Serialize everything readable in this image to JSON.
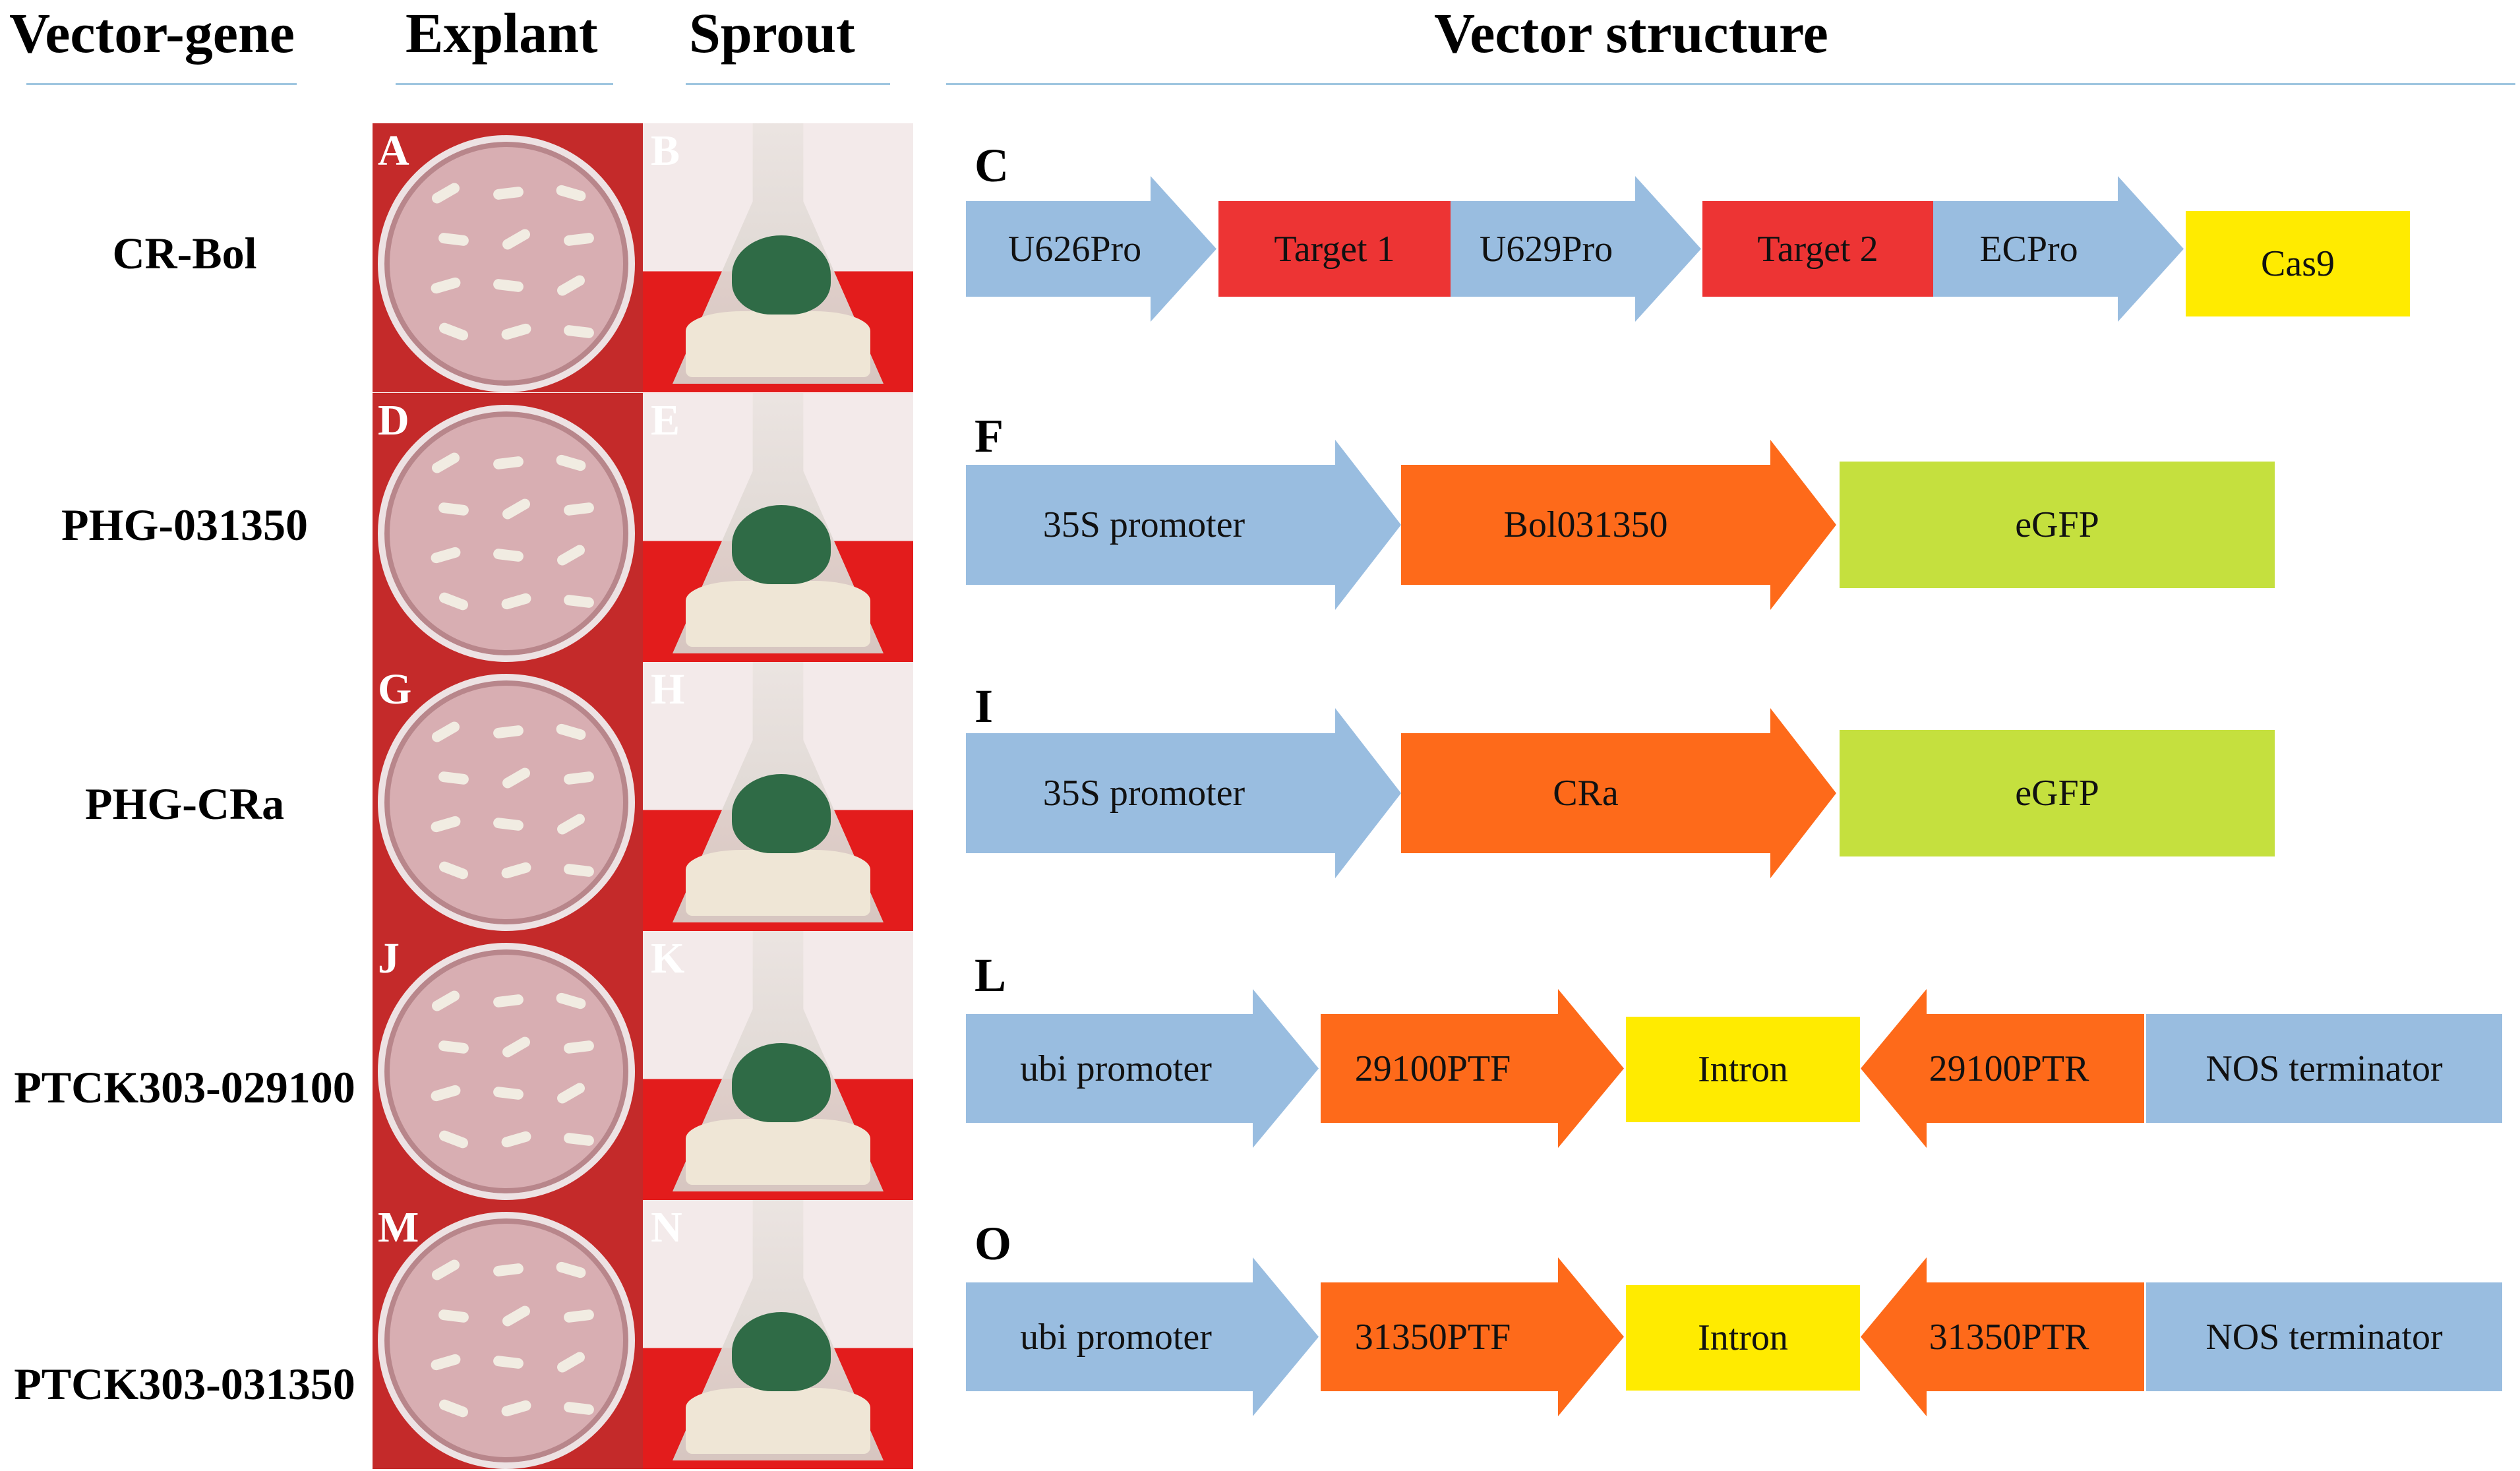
{
  "headers": {
    "vector_gene": "Vector-gene",
    "explant": "Explant",
    "sprout": "Sprout",
    "vector_structure": "Vector structure"
  },
  "rows": [
    {
      "name": "CR-Bol",
      "explant_letter": "A",
      "sprout_letter": "B",
      "structure_letter": "C",
      "elements": [
        "U626Pro",
        "Target 1",
        "U629Pro",
        "Target 2",
        "ECPro",
        "Cas9"
      ]
    },
    {
      "name": "PHG-031350",
      "explant_letter": "D",
      "sprout_letter": "E",
      "structure_letter": "F",
      "elements": [
        "35S promoter",
        "Bol031350",
        "eGFP"
      ]
    },
    {
      "name": "PHG-CRa",
      "explant_letter": "G",
      "sprout_letter": "H",
      "structure_letter": "I",
      "elements": [
        "35S promoter",
        "CRa",
        "eGFP"
      ]
    },
    {
      "name": "PTCK303-029100",
      "explant_letter": "J",
      "sprout_letter": "K",
      "structure_letter": "L",
      "elements": [
        "ubi promoter",
        "29100PTF",
        "Intron",
        "29100PTR",
        "NOS terminator"
      ]
    },
    {
      "name": "PTCK303-031350",
      "explant_letter": "M",
      "sprout_letter": "N",
      "structure_letter": "O",
      "elements": [
        "ubi promoter",
        "31350PTF",
        "Intron",
        "31350PTR",
        "NOS terminator"
      ]
    }
  ],
  "colors": {
    "promoter": "#99bde0",
    "target": "#ed3434",
    "cas9_intron": "#ffeb00",
    "gene": "#fe6a1a",
    "egfp": "#c5e03e",
    "header_rule": "#9fc6e0",
    "photo_background_red": "#e31c1c"
  }
}
